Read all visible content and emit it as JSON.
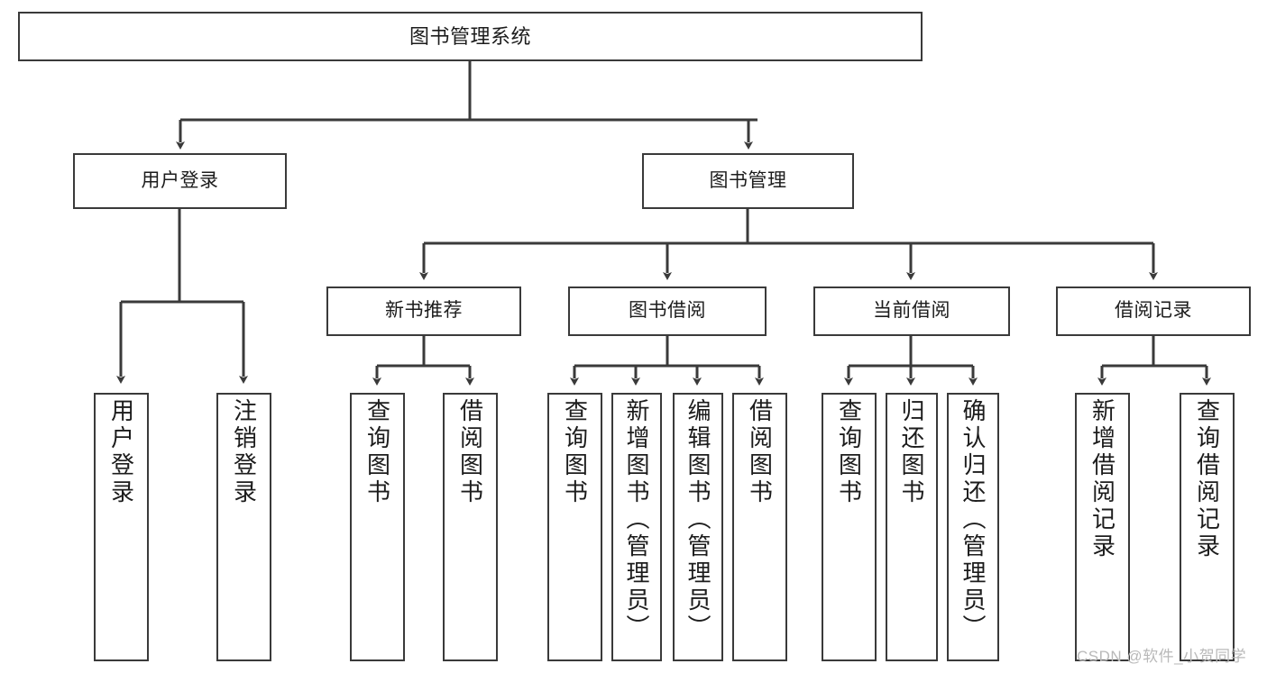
{
  "diagram": {
    "title": "图书管理系统",
    "type": "tree-hierarchy",
    "root": {
      "label": "图书管理系统"
    },
    "level2": [
      {
        "label": "用户登录"
      },
      {
        "label": "图书管理"
      }
    ],
    "level3": [
      {
        "label": "新书推荐"
      },
      {
        "label": "图书借阅"
      },
      {
        "label": "当前借阅"
      },
      {
        "label": "借阅记录"
      }
    ],
    "leaves": {
      "user_login": [
        {
          "label": "用户登录"
        },
        {
          "label": "注销登录"
        }
      ],
      "new_book_recommend": [
        {
          "label": "查询图书"
        },
        {
          "label": "借阅图书"
        }
      ],
      "book_borrow": [
        {
          "label": "查询图书"
        },
        {
          "label": "新增图书（管理员）"
        },
        {
          "label": "编辑图书（管理员）"
        },
        {
          "label": "借阅图书"
        }
      ],
      "current_borrow": [
        {
          "label": "查询图书"
        },
        {
          "label": "归还图书"
        },
        {
          "label": "确认归还（管理员）"
        }
      ],
      "borrow_records": [
        {
          "label": "新增借阅记录"
        },
        {
          "label": "查询借阅记录"
        }
      ]
    }
  },
  "watermark": {
    "text": "CSDN @软件_小贺同学"
  },
  "colors": {
    "stroke": "#3a3a3a",
    "text": "#1c1c1c",
    "background": "#ffffff",
    "watermark": "#b9b9b9"
  }
}
